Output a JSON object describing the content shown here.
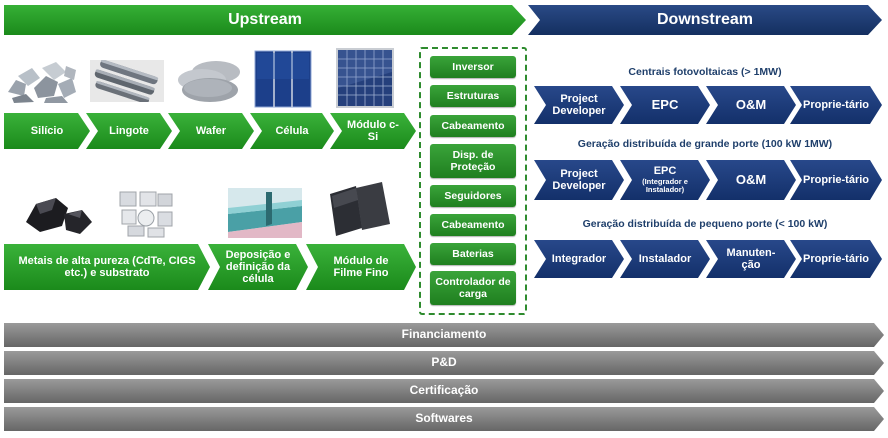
{
  "colors": {
    "green": "#2ea12e",
    "green_dark": "#1b7a1b",
    "navy": "#1d3a70",
    "navy_dark": "#0f2550",
    "gray": "#7a7a7a"
  },
  "headers": {
    "upstream": "Upstream",
    "downstream": "Downstream"
  },
  "silicon_chain": [
    {
      "label": "Silício",
      "icon": "silicon-chunks-icon"
    },
    {
      "label": "Lingote",
      "icon": "ingot-icon"
    },
    {
      "label": "Wafer",
      "icon": "wafer-icon"
    },
    {
      "label": "Célula",
      "icon": "solar-cell-icon"
    },
    {
      "label": "Módulo c-Si",
      "icon": "solar-module-icon"
    }
  ],
  "thin_film_chain": [
    {
      "label": "Metais de alta pureza (CdTe, CIGS etc.) e substrato",
      "icon": "metal-substrate-icon"
    },
    {
      "label": "Deposição e definição da célula",
      "icon": "deposition-icon"
    },
    {
      "label": "Módulo de Filme Fino",
      "icon": "thin-film-module-icon"
    }
  ],
  "components": [
    "Inversor",
    "Estruturas",
    "Cabeamento",
    "Disp. de Proteção",
    "Seguidores",
    "Cabeamento",
    "Baterias",
    "Controlador de carga"
  ],
  "downstream": {
    "large_plants": {
      "title": "Centrais fotovoltaicas (> 1MW)",
      "steps": [
        "Project Developer",
        "EPC",
        "O&M",
        "Proprie-tário"
      ]
    },
    "dg_large": {
      "title": "Geração distribuída de grande porte (100 kW  1MW)",
      "steps": [
        "Project Developer",
        "EPC",
        "O&M",
        "Proprie-tário"
      ],
      "epc_note": "(Integrador e Instalador)"
    },
    "dg_small": {
      "title": "Geração distribuída de pequeno porte (< 100 kW)",
      "steps": [
        "Integrador",
        "Instalador",
        "Manuten-ção",
        "Proprie-tário"
      ]
    }
  },
  "cross_cutting": [
    "Financiamento",
    "P&D",
    "Certificação",
    "Softwares"
  ]
}
